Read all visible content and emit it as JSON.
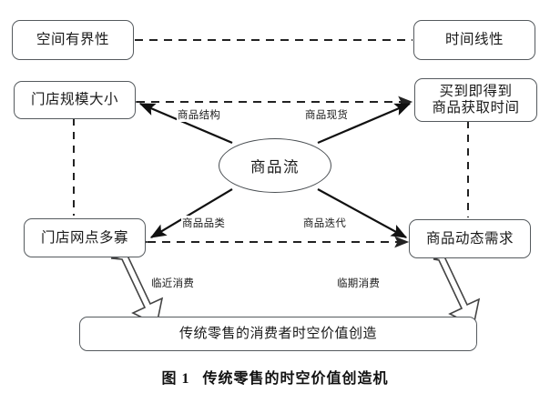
{
  "figure": {
    "caption_number": "图 1",
    "caption_title": "传统零售的时空价值创造机"
  },
  "nodes": {
    "top_left": {
      "label": "空间有界性"
    },
    "top_right": {
      "label": "时间线性"
    },
    "mid_left": {
      "label": "门店规模大小"
    },
    "mid_right_line1": {
      "label": "买到即得到"
    },
    "mid_right_line2": {
      "label": "商品获取时间"
    },
    "low_left": {
      "label": "门店网点多寡"
    },
    "low_right": {
      "label": "商品动态需求"
    },
    "center": {
      "label": "商品流"
    },
    "outcome": {
      "label": "传统零售的消费者时空价值创造"
    }
  },
  "edge_labels": {
    "center_to_mid_left": "商品结构",
    "center_to_mid_right": "商品现货",
    "center_to_low_left": "商品品类",
    "center_to_low_right": "商品迭代",
    "low_left_to_outcome": "临近消费",
    "low_right_to_outcome": "临期消费"
  },
  "colors": {
    "box_border": "#555a5e",
    "ellipse_border": "#4a4f53",
    "line": "#111111",
    "dashed_line": "#222222",
    "text": "#1a1a1a",
    "background": "#ffffff"
  }
}
